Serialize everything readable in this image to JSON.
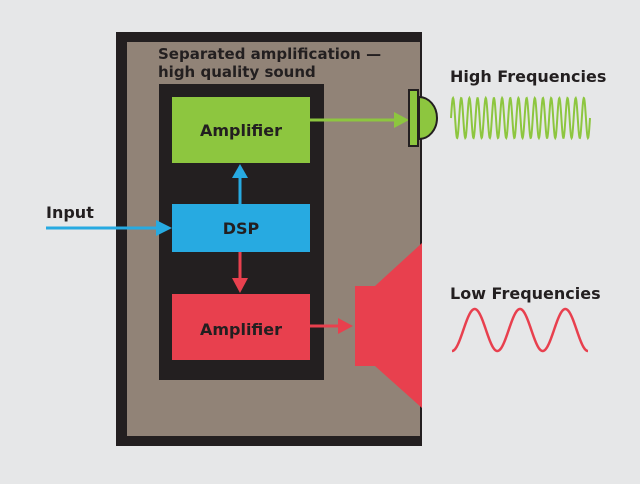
{
  "diagram": {
    "enclosure_title_line1": "Separated amplification —",
    "enclosure_title_line2": "high quality sound",
    "input_label": "Input",
    "blocks": {
      "amplifier_high": "Amplifier",
      "dsp": "DSP",
      "amplifier_low": "Amplifier"
    },
    "outputs": {
      "high_label": "High Frequencies",
      "low_label": "Low Frequencies"
    }
  },
  "colors": {
    "background": "#e6e7e8",
    "enclosure_outer": "#231f20",
    "enclosure_inner": "#918377",
    "high_path": "#8dc63f",
    "dsp": "#27aae1",
    "low_path": "#e8404e",
    "text": "#231f20"
  },
  "icons": [
    "tweeter-speaker-icon",
    "woofer-speaker-icon",
    "high-frequency-wave-icon",
    "low-frequency-wave-icon"
  ]
}
